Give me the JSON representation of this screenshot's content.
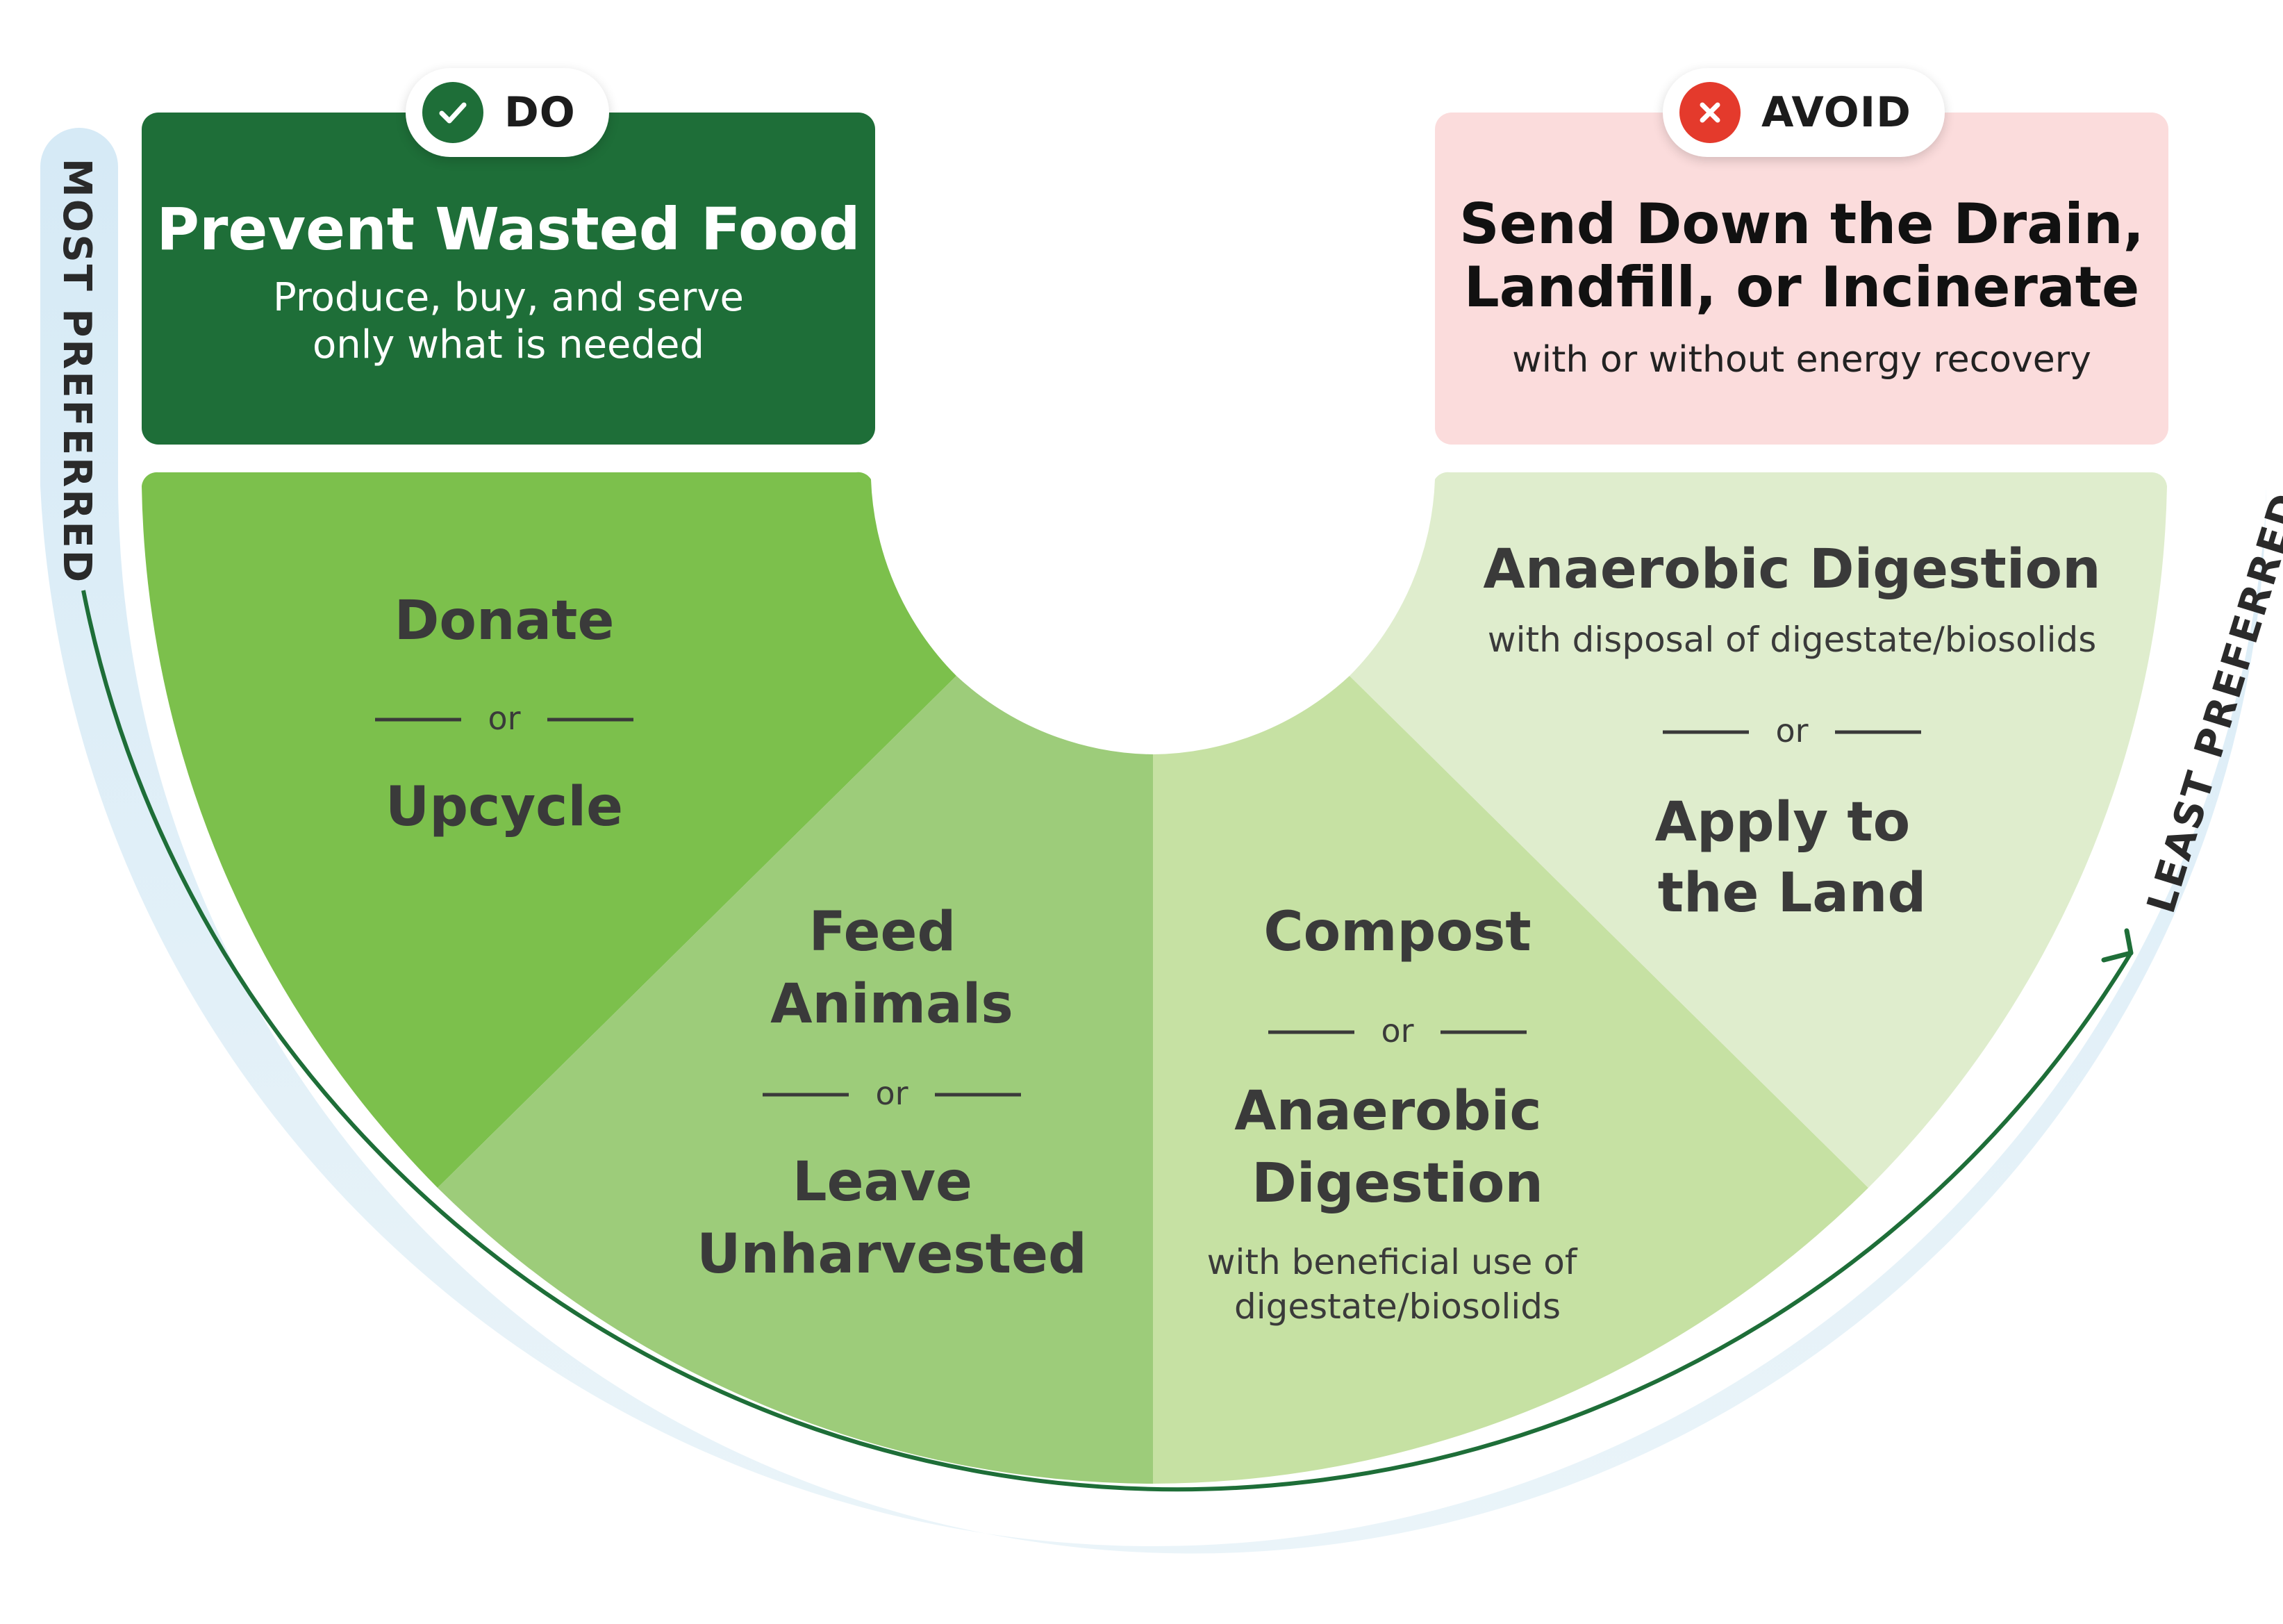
{
  "labels": {
    "most_preferred": "MOST PREFERRED",
    "least_preferred": "LEAST PREFERRED"
  },
  "do_section": {
    "badge": "DO",
    "badge_icon": "check-icon",
    "title": "Prevent Wasted Food",
    "subtitle": "Produce, buy, and serve only what is needed",
    "color": "#1e6e38"
  },
  "avoid_section": {
    "badge": "AVOID",
    "badge_icon": "x-icon",
    "title": "Send Down the Drain, Landfill, or Incinerate",
    "subtitle": "with or without energy recovery",
    "color": "#fbdcdc"
  },
  "separator": "or",
  "tiers": [
    {
      "line1": "Donate",
      "line2": "Upcycle",
      "color": "#7cc04c"
    },
    {
      "line1": "Feed Animals",
      "line2": "Leave Unharvested",
      "color": "#9dcc7a"
    },
    {
      "line1": "Compost",
      "line2": "Anaerobic Digestion",
      "note": "with beneficial use of digestate/biosolids",
      "color": "#c6e1a3"
    },
    {
      "line1": "Anaerobic Digestion",
      "note1": "with disposal of digestate/biosolids",
      "line2": "Apply to the Land",
      "color": "#dfedcd"
    }
  ],
  "colors": {
    "arrow": "#1e6e38",
    "band": "#ddeef7"
  }
}
